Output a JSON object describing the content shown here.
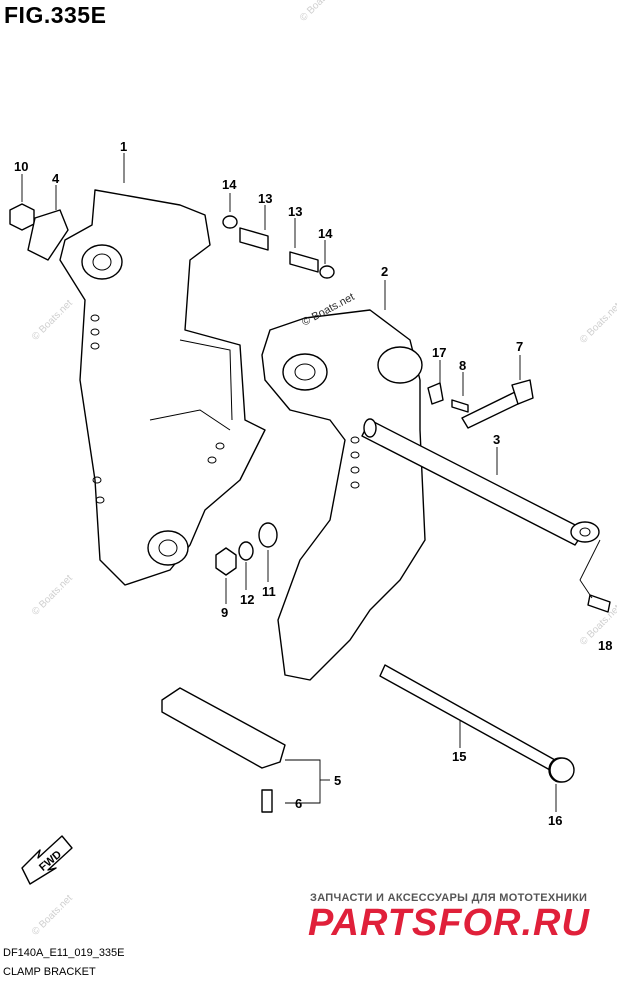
{
  "figure": {
    "title": "FIG.335E"
  },
  "footer": {
    "code": "DF140A_E11_019_335E",
    "caption": "CLAMP BRACKET"
  },
  "fwd_label": "FWD",
  "watermark": {
    "text": "© Boats.net"
  },
  "ad": {
    "line": "ЗАПЧАСТИ И АКСЕССУАРЫ ДЛЯ МОТОТЕХНИКИ",
    "logo": "PARTSFOR.RU",
    "color": "#e0203a"
  },
  "callouts": [
    "1",
    "2",
    "3",
    "4",
    "5",
    "6",
    "7",
    "8",
    "9",
    "10",
    "11",
    "12",
    "13",
    "13",
    "14",
    "14",
    "15",
    "16",
    "17",
    "18"
  ]
}
